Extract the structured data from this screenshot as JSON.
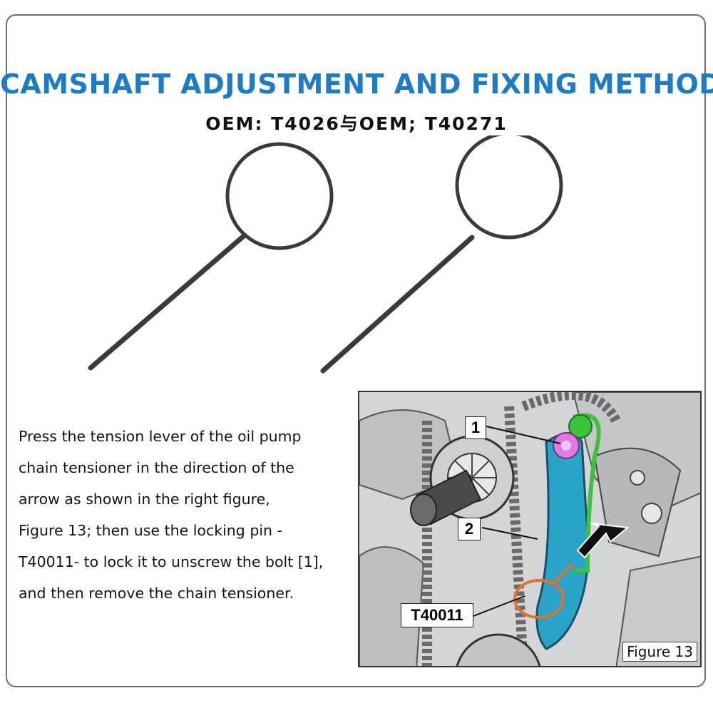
{
  "header": {
    "title": "CAMSHAFT ADJUSTMENT AND FIXING METHOD",
    "subtitle": "OEM: T4026与OEM; T40271"
  },
  "description": {
    "lines": [
      "Press the tension lever of the oil pump",
      "chain tensioner in the direction of the",
      "arrow as shown in the right figure,",
      "Figure 13; then use the locking pin -",
      "T40011- to lock it to unscrew the bolt [1],",
      "and then remove the chain tensioner."
    ]
  },
  "figure": {
    "callouts": {
      "bolt": "1",
      "tensioner": "2",
      "pin": "T40011"
    },
    "label": "Figure 13"
  },
  "colors": {
    "title": "#1f7cc4",
    "tensioner_rail": "#2aa3c9",
    "bolt": "#e07be0",
    "spring": "#3cc13c",
    "locking_pin": "#e0722a"
  }
}
